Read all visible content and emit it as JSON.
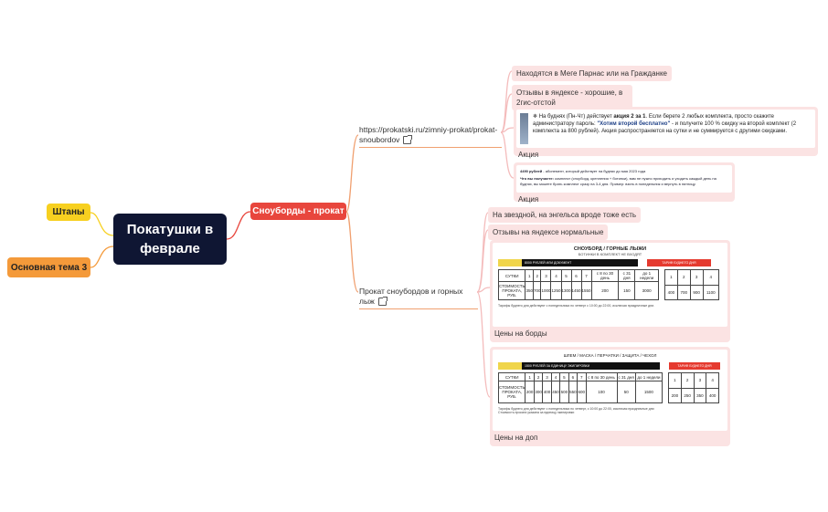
{
  "root": {
    "title": "Покатушки в феврале"
  },
  "left_nodes": {
    "pants": "Штаны",
    "main_topic": "Основная тема 3"
  },
  "branch": {
    "label": "Сноуборды - прокат"
  },
  "links": {
    "link1": {
      "label": "https://prokatski.ru/zimniy-prokat/prokat-snoubordov",
      "icon": "external-link-icon"
    },
    "link2": {
      "label": "Прокат сноубордов и горных лыж",
      "icon": "external-link-icon"
    }
  },
  "notes1": {
    "location": "Находятся в Меге Парнас или на Гражданке",
    "reviews": "Отзывы в яндексе - хорошие, в 2гис-отстой"
  },
  "promo1": {
    "lead": "На буднях (Пн-Чт) действует ",
    "bold": "акция 2 за 1",
    "rest": ". Если берете 2 любых комплекта, просто скажите администратору пароль: ",
    "password": "\"Хотим второй бесплатно\"",
    "rest2": " - и получите 100 % скидку на второй комплект (2 комплекта за 800 рублей). Акция распространяется на сутки и не суммируется с другими скидками.",
    "caption": "Акция"
  },
  "promo2": {
    "line1_bold": "4490 рублей",
    "line1": " - абонемент, который действует на буднях до мая 2023 года",
    "line2_bold": "Что вы получаете:",
    "line2": " комплект (сноуборд, крепления + ботинки), вам не нужно приходить и уходить каждый день на буднях, вы можете брать комплект сразу на 3-4 дня. Пример: взять в понедельник и вернуть в пятницу.",
    "caption": "Акция"
  },
  "notes2": {
    "zvezdnaya": "На звездной, на энгельса вроде тоже есть",
    "reviews2": "Отзывы на яндексе нормальные"
  },
  "prices_boards": {
    "title": "СНОУБОРД / ГОРНЫЕ ЛЫЖИ",
    "subtitle": "БОТИНКИ В КОМПЛЕКТ НЕ ВХОДЯТ",
    "deposit": "8000 РУБЛЕЙ ИЛИ ДОКУМЕНТ",
    "weekday_label": "ТАРИФ БУДНЕГО ДНЯ",
    "row1_head": "СУТКИ",
    "row2_head": "СТОИМОСТЬ ПРОКАТА, РУБ.",
    "days": [
      "1",
      "2",
      "3",
      "4",
      "5",
      "6",
      "7",
      "с 8 по 30 день",
      "с 31 дня",
      "до 1 недели"
    ],
    "costs": [
      "350",
      "700",
      "1000",
      "1250",
      "1300",
      "1450",
      "1550",
      "200",
      "150",
      "3000"
    ],
    "wk_days": [
      "1",
      "2",
      "3",
      "4"
    ],
    "wk_costs": [
      "400",
      "700",
      "900",
      "1100"
    ],
    "note": "Тарифы буднего дня действуют с понедельника по четверг с 10:00 до 22:00, исключая праздничные дни.",
    "caption": "Цены на борды"
  },
  "prices_extra": {
    "title": "ШЛЕМ / МАСКА / ПЕРЧАТКИ / ЗАЩИТА / ЧЕХОЛ",
    "deposit": "1500 РУБЛЕЙ ЗА ЕДИНИЦУ ЭКИПИРОВКИ",
    "weekday_label": "ТАРИФ БУДНЕГО ДНЯ",
    "row1_head": "СУТКИ",
    "row2_head": "СТОИМОСТЬ ПРОКАТА, РУБ.",
    "days": [
      "1",
      "2",
      "3",
      "4",
      "5",
      "6",
      "7",
      "с 8 по 30 день",
      "с 31 дня",
      "до 1 недели"
    ],
    "costs": [
      "200",
      "300",
      "400",
      "450",
      "500",
      "550",
      "600",
      "100",
      "50",
      "1500"
    ],
    "wk_days": [
      "1",
      "2",
      "3",
      "4"
    ],
    "wk_costs": [
      "200",
      "250",
      "350",
      "400"
    ],
    "note1": "Тарифы буднего дня действуют с понедельника по четверг, с 10:00 до 22:00, исключая праздничные дни",
    "note2": "Стоимость проката указана за единицу экипировки",
    "caption": "Цены на доп"
  },
  "colors": {
    "root": "#0f1633",
    "yellow": "#f7d020",
    "orange": "#f49a3a",
    "red": "#e8463d",
    "pill": "#fbe3e3",
    "link_line": "#f0a070"
  }
}
